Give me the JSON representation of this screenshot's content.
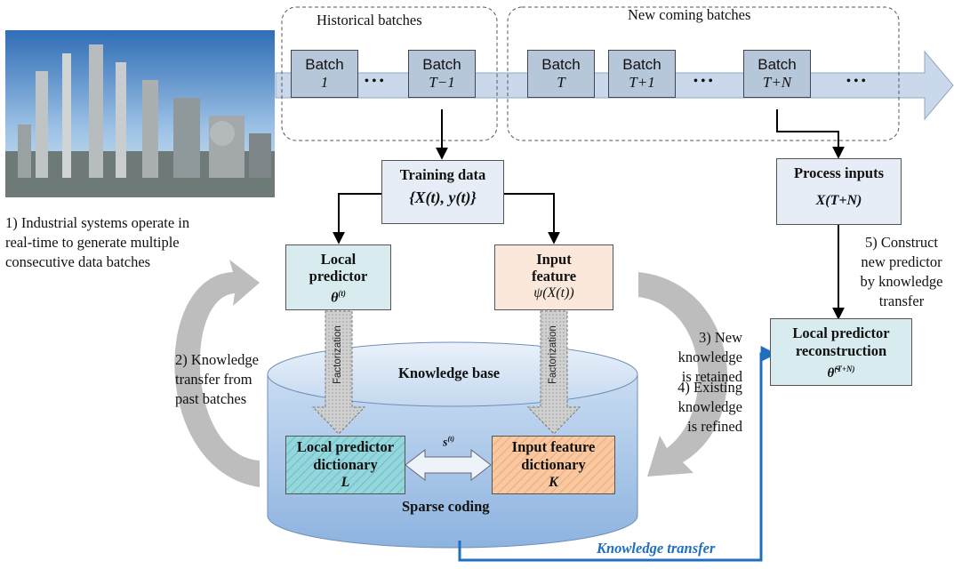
{
  "groups": {
    "historical": "Historical batches",
    "new_coming": "New coming batches"
  },
  "batches": [
    {
      "l1": "Batch",
      "l2": "1"
    },
    {
      "l1": "Batch",
      "l2": "T−1"
    },
    {
      "l1": "Batch",
      "l2": "T"
    },
    {
      "l1": "Batch",
      "l2": "T+1"
    },
    {
      "l1": "Batch",
      "l2": "T+N"
    }
  ],
  "ellipsis": "• • •",
  "training": {
    "title": "Training data",
    "formula": "{X(t), y(t)}"
  },
  "process": {
    "title": "Process inputs",
    "formula": "X(T+N)"
  },
  "local_predictor": {
    "l1": "Local",
    "l2": "predictor",
    "sym": "θ",
    "sup": "(t)"
  },
  "input_feature": {
    "l1": "Input",
    "l2": "feature",
    "formula": "ψ(X(t))"
  },
  "reconstruction": {
    "l1": "Local predictor",
    "l2": "reconstruction",
    "sym": "θ̃",
    "sup": "(T+N)"
  },
  "knowledge_base": "Knowledge base",
  "factorization": "Factorization",
  "lp_dict": {
    "l1": "Local predictor",
    "l2": "dictionary",
    "sym": "L"
  },
  "if_dict": {
    "l1": "Input feature",
    "l2": "dictionary",
    "sym": "K"
  },
  "s_label": "s",
  "s_sup": "(t)",
  "sparse_coding": "Sparse coding",
  "knowledge_transfer": "Knowledge transfer",
  "captions": {
    "c1": [
      "1) Industrial systems operate in",
      "real-time to generate multiple",
      "consecutive data batches"
    ],
    "c2": [
      "2) Knowledge",
      "transfer from",
      "past batches"
    ],
    "c3": [
      "3) New",
      "knowledge",
      "is retained"
    ],
    "c4": [
      "4) Existing",
      "knowledge",
      "is refined"
    ],
    "c5": [
      "5) Construct",
      "new predictor",
      "by knowledge",
      "transfer"
    ]
  },
  "colors": {
    "batch": "#b7c7da",
    "arrow_band": "#c9d8ea",
    "box_light": "#e7edf7",
    "predictor": "#d8ecf0",
    "feature": "#fbe8da",
    "cylinder": "#9fc0e4",
    "kt_blue": "#1f6fbf",
    "gray_arrow": "#bdbdbd"
  },
  "icons": {
    "photo": "industrial-plant-photo"
  }
}
